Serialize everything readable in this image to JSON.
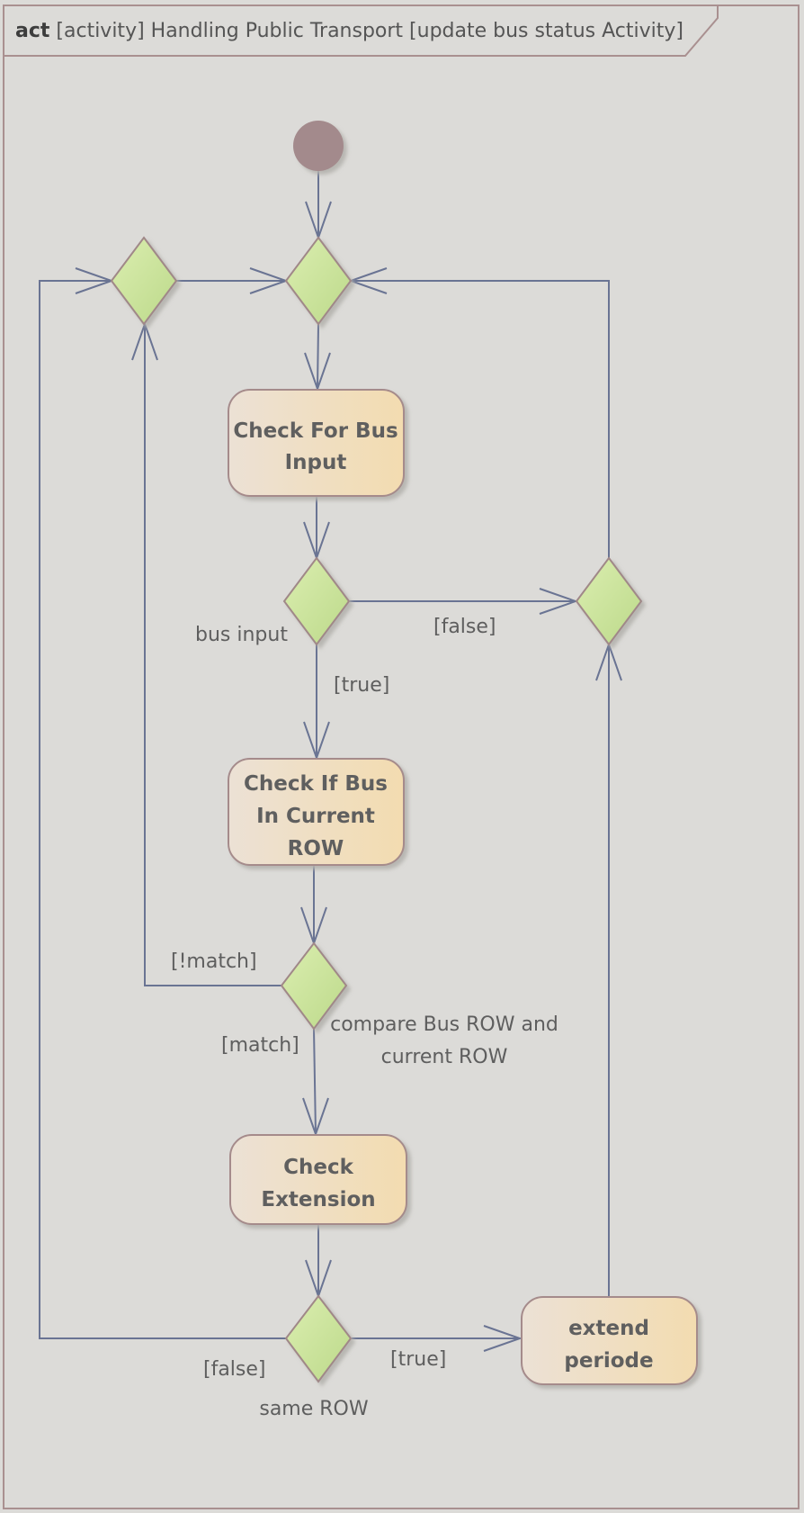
{
  "frame": {
    "keyword": "act",
    "title": "[activity] Handling Public Transport [update bus status Activity]"
  },
  "actions": {
    "check_bus_input": [
      "Check For Bus",
      "Input"
    ],
    "check_bus_row": [
      "Check If Bus",
      "In Current",
      "ROW"
    ],
    "check_extension": [
      "Check",
      "Extension"
    ],
    "extend_periode": [
      "extend",
      "periode"
    ]
  },
  "decisions": {
    "bus_input": "bus input",
    "compare_row": [
      "compare Bus ROW and",
      "current ROW"
    ],
    "same_row": "same ROW"
  },
  "guards": {
    "bus_input_false": "[false]",
    "bus_input_true": "[true]",
    "no_match": "[!match]",
    "match": "[match]",
    "same_row_false": "[false]",
    "same_row_true": "[true]"
  },
  "colors": {
    "background": "#dcdbd8",
    "edge": "#6a7493",
    "decision_fill": "#c9e196",
    "action_fill": "#f2dcb2",
    "initial_node": "#a38a8c"
  }
}
